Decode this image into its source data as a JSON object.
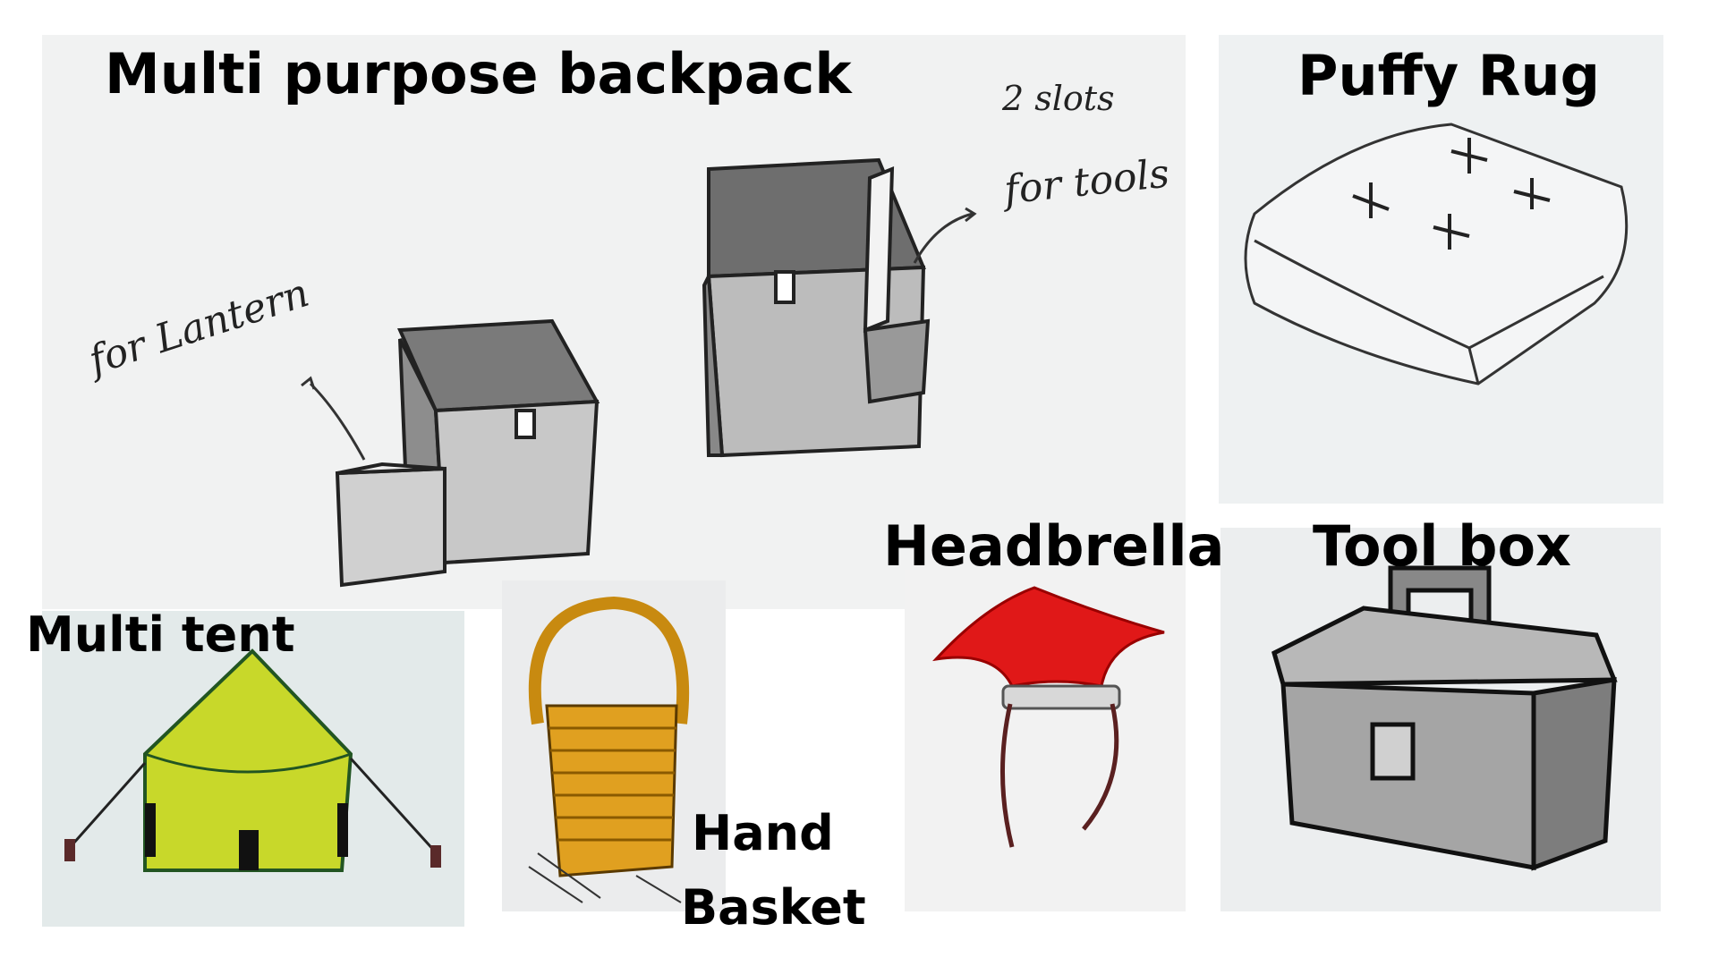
{
  "titles": {
    "backpack": "Multi purpose backpack",
    "rug": "Puffy Rug",
    "tent": "Multi tent",
    "basket_line1": "Hand",
    "basket_line2": "Basket",
    "headbrella": "Headbrella",
    "toolbox": "Tool box"
  },
  "annotations": {
    "slots": "2 slots",
    "tools": "for tools",
    "lantern": "for Lantern"
  },
  "colors": {
    "paper": "#f2f3f3",
    "tent": "#c8d82a",
    "basket": "#e0a020",
    "umbrella": "#e01818",
    "pencil": "#333333"
  }
}
